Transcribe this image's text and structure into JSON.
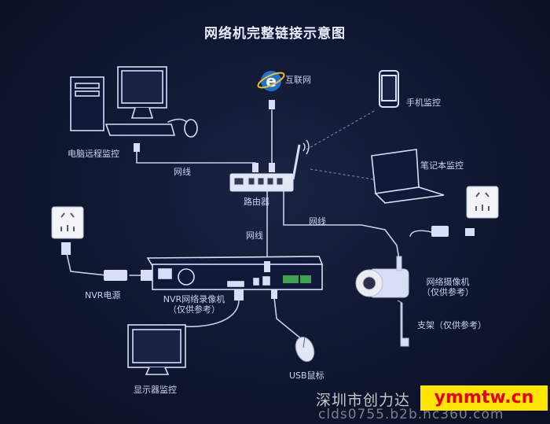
{
  "title": "网络机完整链接示意图",
  "labels": {
    "internet": "互联网",
    "phone": "手机监控",
    "pc": "电脑远程监控",
    "laptop": "笔记本监控",
    "router": "路由器",
    "cable_top": "网线",
    "cable_mid": "网线",
    "cable_right": "网线",
    "nvr_power": "NVR电源",
    "nvr_line1": "NVR网络录像机",
    "nvr_line2": "（仅供参考）",
    "camera_line1": "网络摄像机",
    "camera_line2": "（仅供参考）",
    "bracket": "支架（仅供参考）",
    "monitor": "显示器监控",
    "mouse": "USB鼠标"
  },
  "footer": {
    "company": "深圳市创力达",
    "url": "clds0755.b2b.hc360.com",
    "watermark": "ymmtw.cn"
  },
  "colors": {
    "background": "#0f1630",
    "device_line": "#d8def5",
    "cable": "#c9cfe6",
    "label": "#c9d2f2",
    "internet_blue": "#1e6fd6"
  },
  "icons": [
    "internet-explorer-icon",
    "smartphone-icon",
    "desktop-pc-icon",
    "laptop-icon",
    "router-icon",
    "wall-socket-icon",
    "nvr-recorder-icon",
    "ip-camera-icon",
    "monitor-icon",
    "usb-mouse-icon",
    "power-adapter-icon"
  ]
}
